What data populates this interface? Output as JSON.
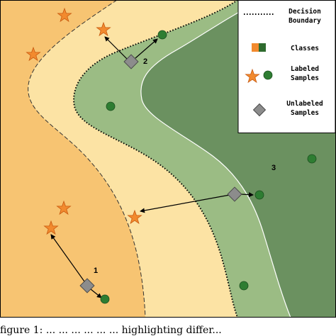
{
  "colors": {
    "class_orange_dark": "#f7c472",
    "class_orange_light": "#fce3a4",
    "class_green_light": "#9bbc84",
    "class_green_dark": "#6b9160",
    "star": "#f28a2e",
    "circle": "#2e7d32",
    "diamond": "#8c8c8c"
  },
  "legend": {
    "boundary_label_line1": "Decision",
    "boundary_label_line2": "Boundary",
    "classes_label": "Classes",
    "labeled_line1": "Labeled",
    "labeled_line2": "Samples",
    "unlabeled_line1": "Unlabeled",
    "unlabeled_line2": "Samples"
  },
  "annotations": {
    "n1": "1",
    "n2": "2",
    "n3": "3"
  },
  "caption": "figure 1: ...  ... ... ...  ... ... highlighting differ..."
}
